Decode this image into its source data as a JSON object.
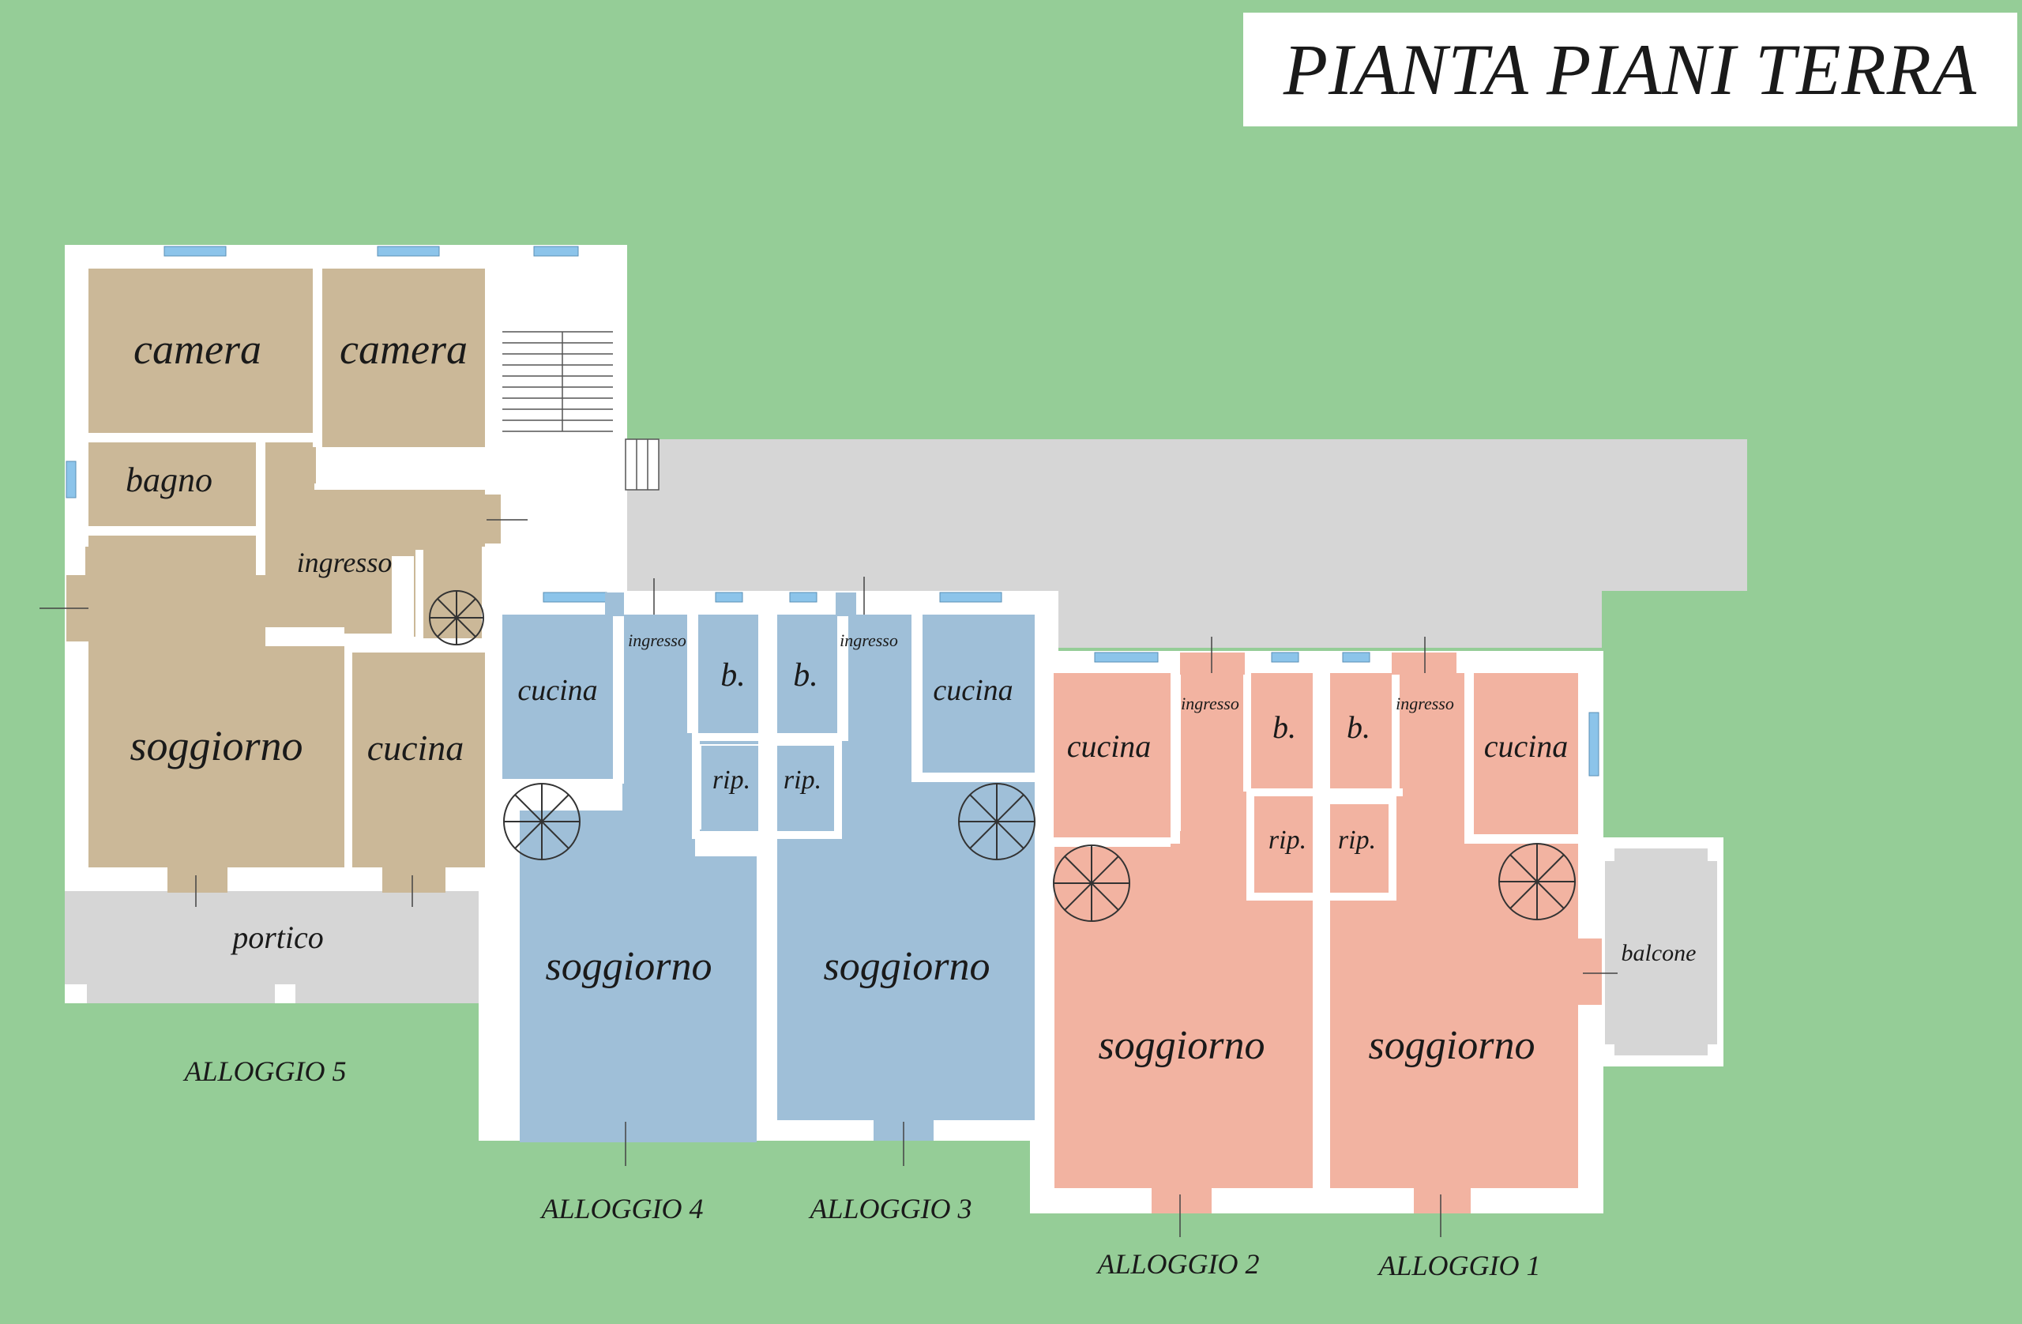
{
  "title": "PIANTA PIANI TERRA",
  "colors": {
    "background": "#95cd97",
    "unit5": "#cbb898",
    "unit34": "#9fbfd8",
    "unit12": "#f2b3a1",
    "common_area": "#d6d6d6",
    "wall": "#ffffff",
    "window": "#8cc4ea"
  },
  "rooms": {
    "u5_camera_1": "camera",
    "u5_camera_2": "camera",
    "u5_bagno": "bagno",
    "u5_ingresso": "ingresso",
    "u5_soggiorno": "soggiorno",
    "u5_cucina": "cucina",
    "u5_portico": "portico",
    "u4_cucina": "cucina",
    "u4_ingresso": "ingresso",
    "u4_bagno": "b.",
    "u4_ripostiglio": "rip.",
    "u4_soggiorno": "soggiorno",
    "u3_bagno": "b.",
    "u3_ingresso": "ingresso",
    "u3_cucina": "cucina",
    "u3_ripostiglio": "rip.",
    "u3_soggiorno": "soggiorno",
    "u2_cucina": "cucina",
    "u2_ingresso": "ingresso",
    "u2_bagno": "b.",
    "u2_ripostiglio": "rip.",
    "u2_soggiorno": "soggiorno",
    "u1_bagno": "b.",
    "u1_ingresso": "ingresso",
    "u1_cucina": "cucina",
    "u1_ripostiglio": "rip.",
    "u1_soggiorno": "soggiorno",
    "u1_balcone": "balcone"
  },
  "units": {
    "alloggio_5": "ALLOGGIO 5",
    "alloggio_4": "ALLOGGIO 4",
    "alloggio_3": "ALLOGGIO 3",
    "alloggio_2": "ALLOGGIO 2",
    "alloggio_1": "ALLOGGIO 1"
  }
}
